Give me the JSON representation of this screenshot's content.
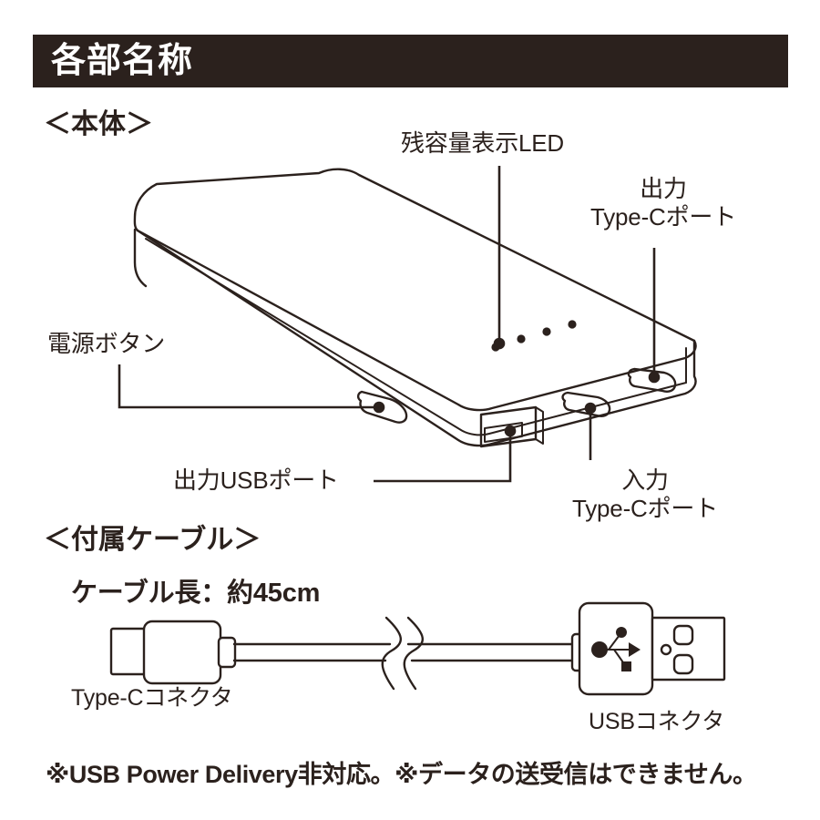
{
  "header": {
    "title": "各部名称"
  },
  "sections": {
    "body": "＜本体＞",
    "cable": "＜付属ケーブル＞"
  },
  "callouts": {
    "led": "残容量表示LED",
    "output_typec_line1": "出力",
    "output_typec_line2": "Type-Cポート",
    "power_button": "電源ボタン",
    "output_usb": "出力USBポート",
    "input_typec_line1": "入力",
    "input_typec_line2": "Type-Cポート"
  },
  "cable": {
    "length_label": "ケーブル長：約45cm",
    "typec_connector": "Type-Cコネクタ",
    "usb_connector": "USBコネクタ"
  },
  "footnote": {
    "text": "※USB Power Delivery非対応。※データの送受信はできません。"
  },
  "colors": {
    "ink": "#2b211d",
    "background": "#ffffff",
    "header_text": "#ffffff"
  },
  "diagram": {
    "led_indicator_count": 4,
    "ports": [
      "output-usb-a",
      "input-type-c",
      "output-type-c",
      "power-button"
    ]
  }
}
